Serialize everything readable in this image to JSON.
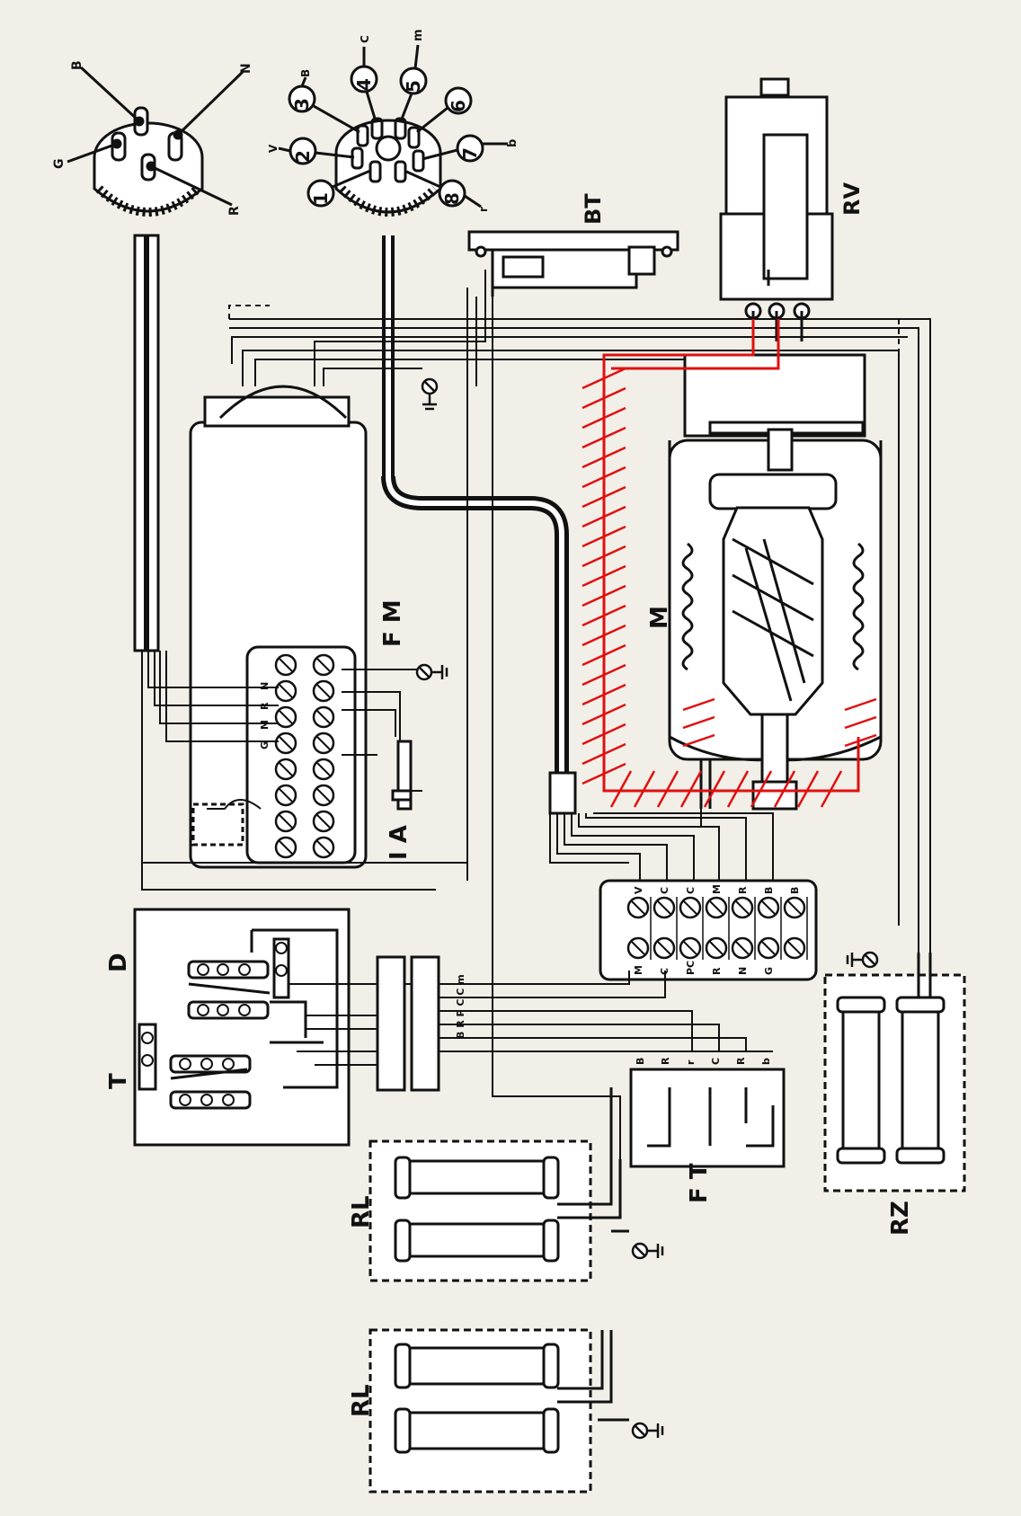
{
  "labels": {
    "BT": "BT",
    "RV": "RV",
    "M": "M",
    "FM": "F M",
    "IA": "I A",
    "D": "D",
    "T": "T",
    "FT": "F T",
    "RZ": "RZ",
    "RL": "RL"
  },
  "connector_left_pins": {
    "top_left": "B",
    "top_right": "N",
    "left": "G",
    "bottom": "R"
  },
  "connector_right_pins": [
    "1",
    "2",
    "3",
    "4",
    "5",
    "6",
    "7",
    "8"
  ],
  "connector_right_pin_letters": {
    "p2": "V",
    "p3": "B",
    "p4": "C",
    "p5": "m",
    "p7": "b",
    "p8": "r"
  },
  "ft_top_letters": [
    "V",
    "C",
    "C",
    "M",
    "R",
    "B",
    "B"
  ],
  "ft_bottom_letters": [
    "M",
    "C",
    "PC",
    "R",
    "N",
    "G"
  ],
  "fm_letters": [
    "N",
    "R",
    "M",
    "G"
  ],
  "ft_lower_letters": [
    "B",
    "R",
    "r",
    "C",
    "R",
    "b"
  ],
  "rack_letters": "B R P C C m",
  "colors": {
    "ink": "#111111",
    "paper": "#f1efe8",
    "highlight": "#e01010"
  }
}
